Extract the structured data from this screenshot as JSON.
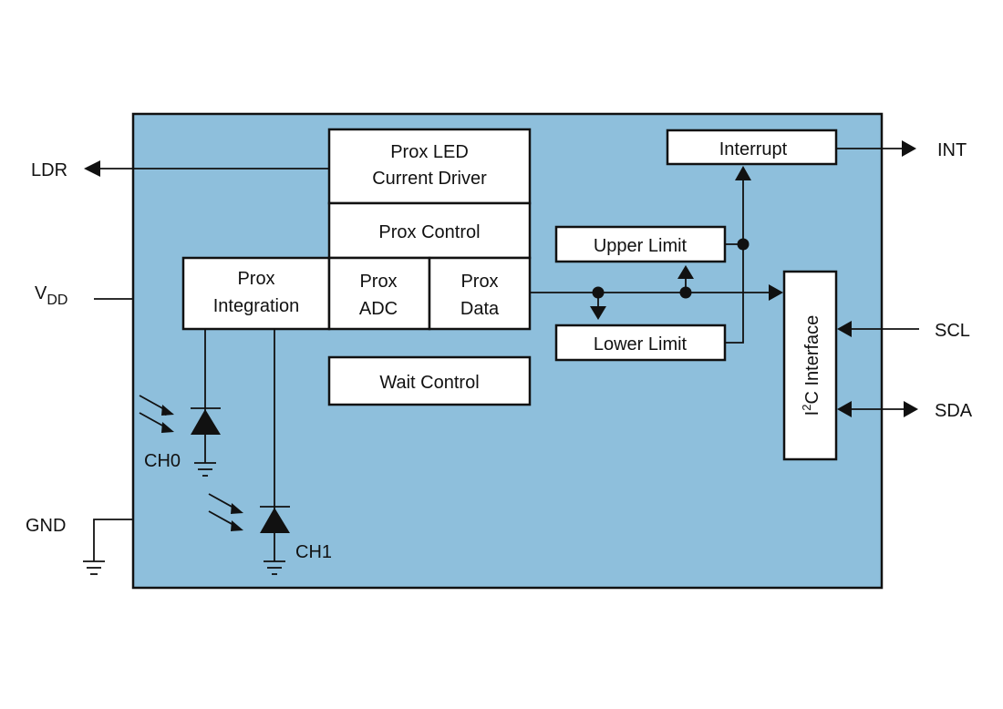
{
  "diagram": {
    "type": "block-diagram",
    "colors": {
      "chip_fill": "#8ebfdc",
      "block_fill": "#ffffff",
      "line": "#111111"
    },
    "blocks": {
      "prox_led_driver": [
        "Prox LED",
        "Current Driver"
      ],
      "prox_control": "Prox Control",
      "prox_integration": [
        "Prox",
        "Integration"
      ],
      "prox_adc": [
        "Prox",
        "ADC"
      ],
      "prox_data": [
        "Prox",
        "Data"
      ],
      "wait_control": "Wait Control",
      "interrupt": "Interrupt",
      "upper_limit": "Upper Limit",
      "lower_limit": "Lower Limit",
      "i2c_interface": {
        "prefix": "I",
        "superscript": "2",
        "suffix": "C Interface"
      }
    },
    "pins": {
      "ldr": "LDR",
      "vdd": {
        "main": "V",
        "subscript": "DD"
      },
      "gnd": "GND",
      "int": "INT",
      "scl": "SCL",
      "sda": "SDA"
    },
    "photodiodes": {
      "ch0": "CH0",
      "ch1": "CH1"
    }
  }
}
